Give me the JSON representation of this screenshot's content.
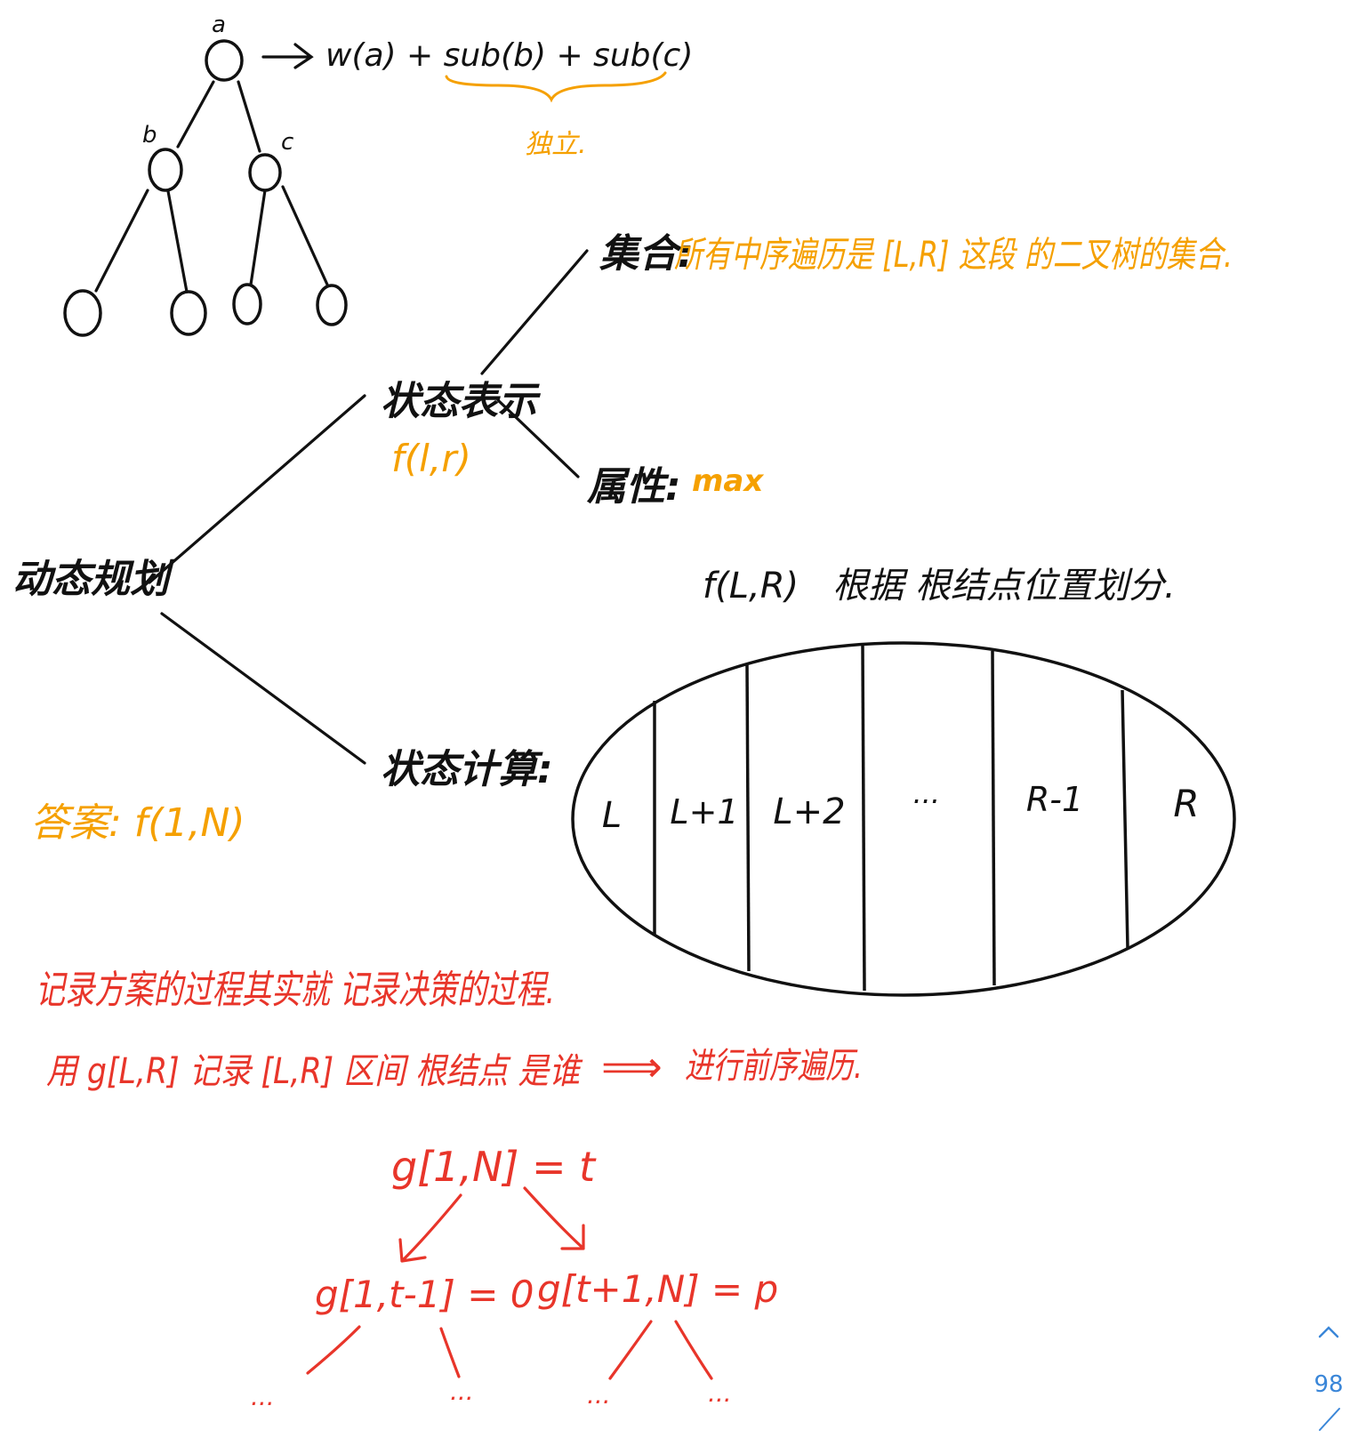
{
  "tree": {
    "root_label": "a",
    "left_label": "b",
    "right_label": "c",
    "formula": "w(a) + sub(b) + sub(c)",
    "brace_note": "独立."
  },
  "dp": {
    "root_label": "动态规划",
    "state_repr": {
      "label": "状态表示",
      "func": "f(l,r)",
      "set_label": "集合:",
      "set_desc": "所有中序遍历是 [L,R] 这段 的二叉树的集合.",
      "attr_label": "属性:",
      "attr_value": "max"
    },
    "state_calc": {
      "label": "状态计算:",
      "header": "f(L,R)   根据 根结点位置划分.",
      "segments": [
        "L",
        "L+1",
        "L+2",
        "···",
        "R-1",
        "R"
      ]
    },
    "answer": "答案: f(1,N)"
  },
  "record": {
    "line1": "记录方案的过程其实就 记录决策的过程.",
    "line2_prefix": "用 g[L,R] 记录 [L,R] 区间 根结点 是谁",
    "line2_arrow": "⟹",
    "line2_suffix": "进行前序遍历."
  },
  "g_tree": {
    "root": "g[1,N] = t",
    "left": "g[1,t-1] = 0",
    "right": "g[t+1,N] = p",
    "leaves": [
      "...",
      "...",
      "...",
      "..."
    ]
  },
  "viewer": {
    "page_number": "98",
    "scroll_up_icon": "chevron-up-icon"
  },
  "colors": {
    "black": "#111111",
    "orange": "#f5a000",
    "red": "#e8352a",
    "blue": "#3a86d8"
  }
}
